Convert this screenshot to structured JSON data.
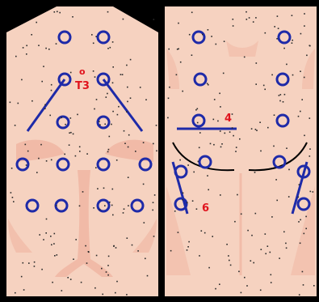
{
  "figure": {
    "colors": {
      "background": "#000000",
      "skin": "#f6d2c0",
      "skin_shadow": "#f0b4a0",
      "marker": "#1e2aa8",
      "label": "#e0141e",
      "speckle": "#2a2a2a"
    },
    "back_panel": {
      "label_dot": "o",
      "label_vertebra": "T3",
      "icons": [
        "marker-ring-icon",
        "guide-line-icon"
      ]
    },
    "front_panel": {
      "label_rib_4": "4",
      "label_rib_6": "6",
      "icons": [
        "marker-ring-icon",
        "guide-line-icon"
      ]
    }
  }
}
